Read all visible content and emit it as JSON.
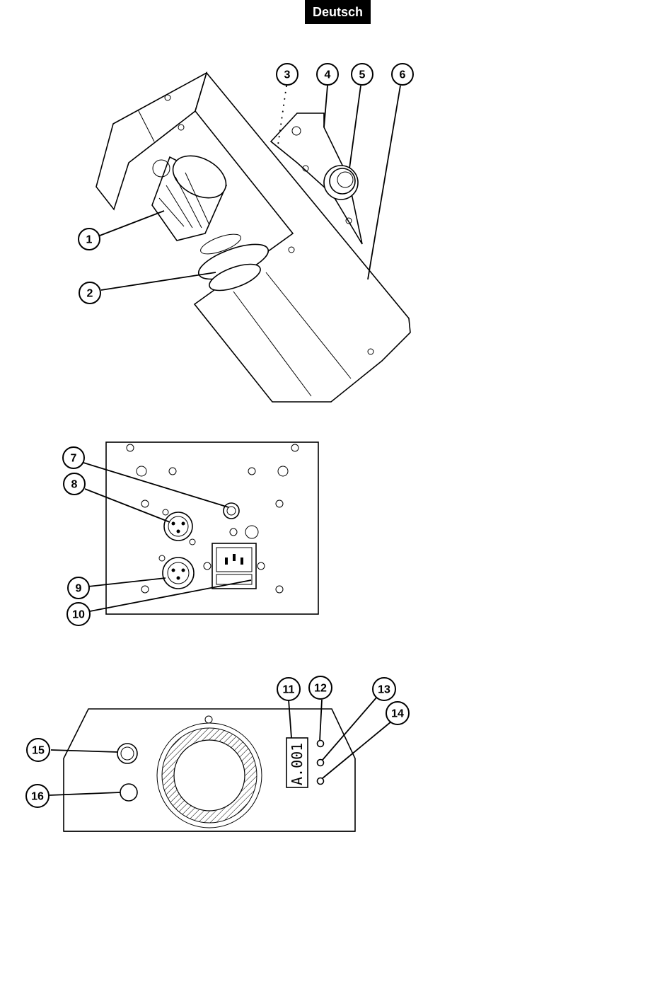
{
  "header": {
    "language_badge": "Deutsch"
  },
  "display": {
    "readout": "A.001"
  },
  "callouts": [
    "1",
    "2",
    "3",
    "4",
    "5",
    "6",
    "7",
    "8",
    "9",
    "10",
    "11",
    "12",
    "13",
    "14",
    "15",
    "16"
  ]
}
